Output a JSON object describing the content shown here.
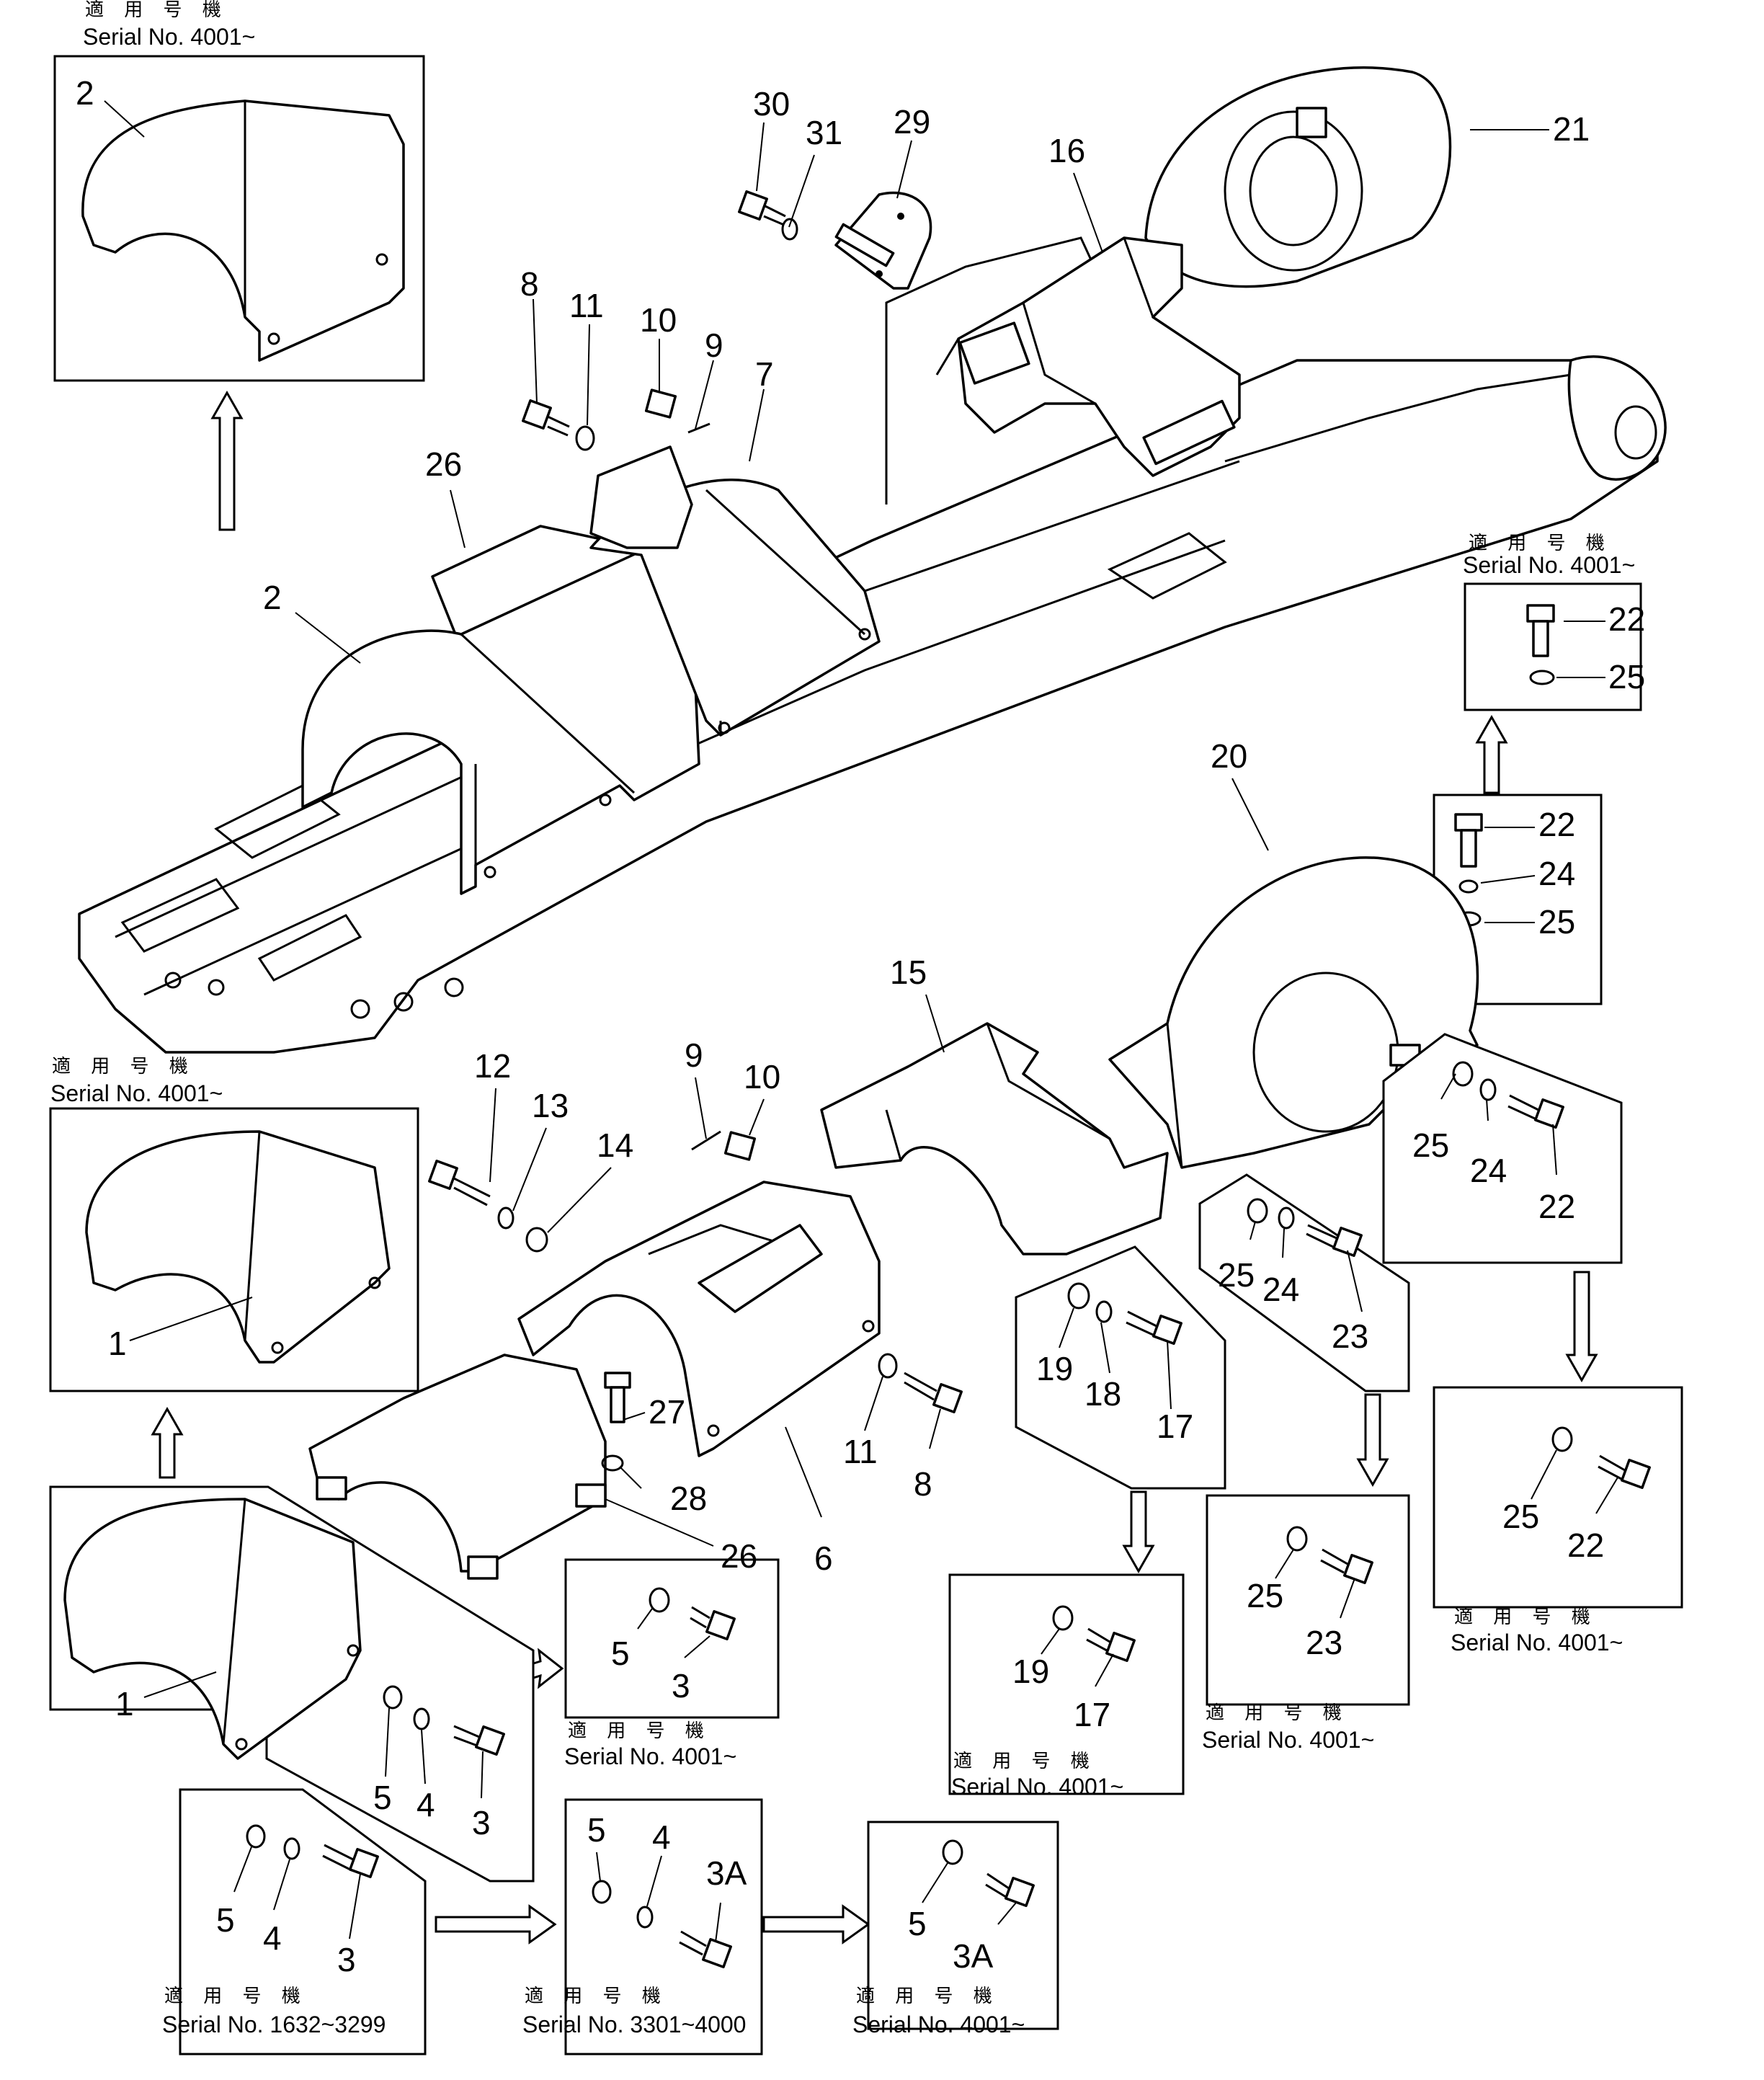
{
  "serial_notes": [
    {
      "jp": "適 用 号 機",
      "serial": "Serial  No.  4001~"
    },
    {
      "jp": "適 用 号 機",
      "serial": "Serial  No.  4001~"
    },
    {
      "jp": "適 用 号 機",
      "serial": "Serial  No.  4001~"
    },
    {
      "jp": "適 用 号 機",
      "serial": "Serial  No.  4001~"
    },
    {
      "jp": "適 用 号 機",
      "serial": "Serial  No.  1632~3299"
    },
    {
      "jp": "適 用 号 機",
      "serial": "Serial  No.  3301~4000"
    },
    {
      "jp": "適 用 号 機",
      "serial": "Serial  No.  4001~"
    },
    {
      "jp": "適 用 号 機",
      "serial": "Serial  No.  4001~"
    },
    {
      "jp": "適 用 号 機",
      "serial": "Serial  No.  4001~"
    },
    {
      "jp": "適 用 号 機",
      "serial": "Serial  No.  4001~"
    }
  ],
  "callouts": [
    "2",
    "30",
    "31",
    "29",
    "16",
    "21",
    "8",
    "11",
    "10",
    "9",
    "7",
    "26",
    "2",
    "22",
    "25",
    "20",
    "22",
    "24",
    "25",
    "15",
    "12",
    "13",
    "14",
    "9",
    "10",
    "25",
    "24",
    "22",
    "25",
    "24",
    "23",
    "19",
    "18",
    "17",
    "1",
    "27",
    "28",
    "11",
    "8",
    "26",
    "6",
    "25",
    "22",
    "25",
    "23",
    "19",
    "17",
    "1",
    "5",
    "3",
    "5",
    "4",
    "3",
    "5",
    "4",
    "3",
    "5",
    "4",
    "3A",
    "5",
    "3A"
  ]
}
